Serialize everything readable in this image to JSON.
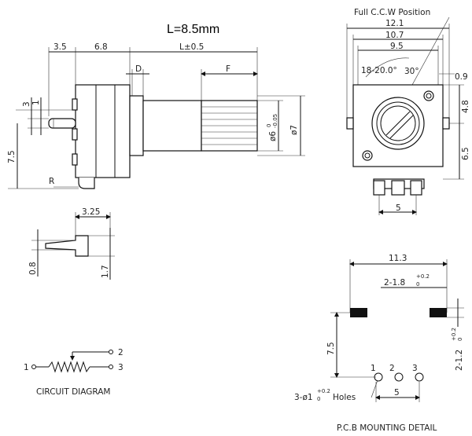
{
  "title": "L=8.5mm",
  "side_view": {
    "dim_35": "3.5",
    "dim_68": "6.8",
    "dim_d": "D",
    "dim_l": "L±0.5",
    "dim_f": "F",
    "dim_3": "3",
    "dim_1": "1",
    "dim_75": "7.5",
    "dim_r": "R",
    "dim_shaft": "ø6",
    "dim_shaft_tol_top": "0",
    "dim_shaft_tol_bottom": "-0.05",
    "dim_7": "ø7"
  },
  "front_view": {
    "position_note": "Full C.C.W Position",
    "dim_121": "12.1",
    "dim_107": "10.7",
    "dim_95": "9.5",
    "dim_angle_range": "18-20.0°",
    "dim_30": "30°",
    "dim_09": "0.9",
    "dim_48": "4.8",
    "dim_65": "6.5",
    "dim_5": "5"
  },
  "terminal_detail": {
    "dim_325": "3.25",
    "dim_08": "0.8",
    "dim_17": "1.7"
  },
  "circuit": {
    "pin1": "1",
    "pin2": "2",
    "pin3": "3",
    "caption": "CIRCUIT DIAGRAM"
  },
  "pcb": {
    "dim_113": "11.3",
    "dim_pad1": "2-1.8",
    "dim_pad1_tol": "+0.2",
    "dim_pad1_tol_low": "0",
    "dim_75": "7.5",
    "dim_pad2": "2-1.2",
    "dim_pad2_tol": "+0.2",
    "dim_pad2_tol_low": "0",
    "pin1": "1",
    "pin2": "2",
    "pin3": "3",
    "holes": "3-ø1",
    "holes_tol": "+0.2",
    "holes_tol_low": "0",
    "holes_suffix": "Holes",
    "dim_5": "5",
    "caption": "P.C.B MOUNTING DETAIL"
  }
}
